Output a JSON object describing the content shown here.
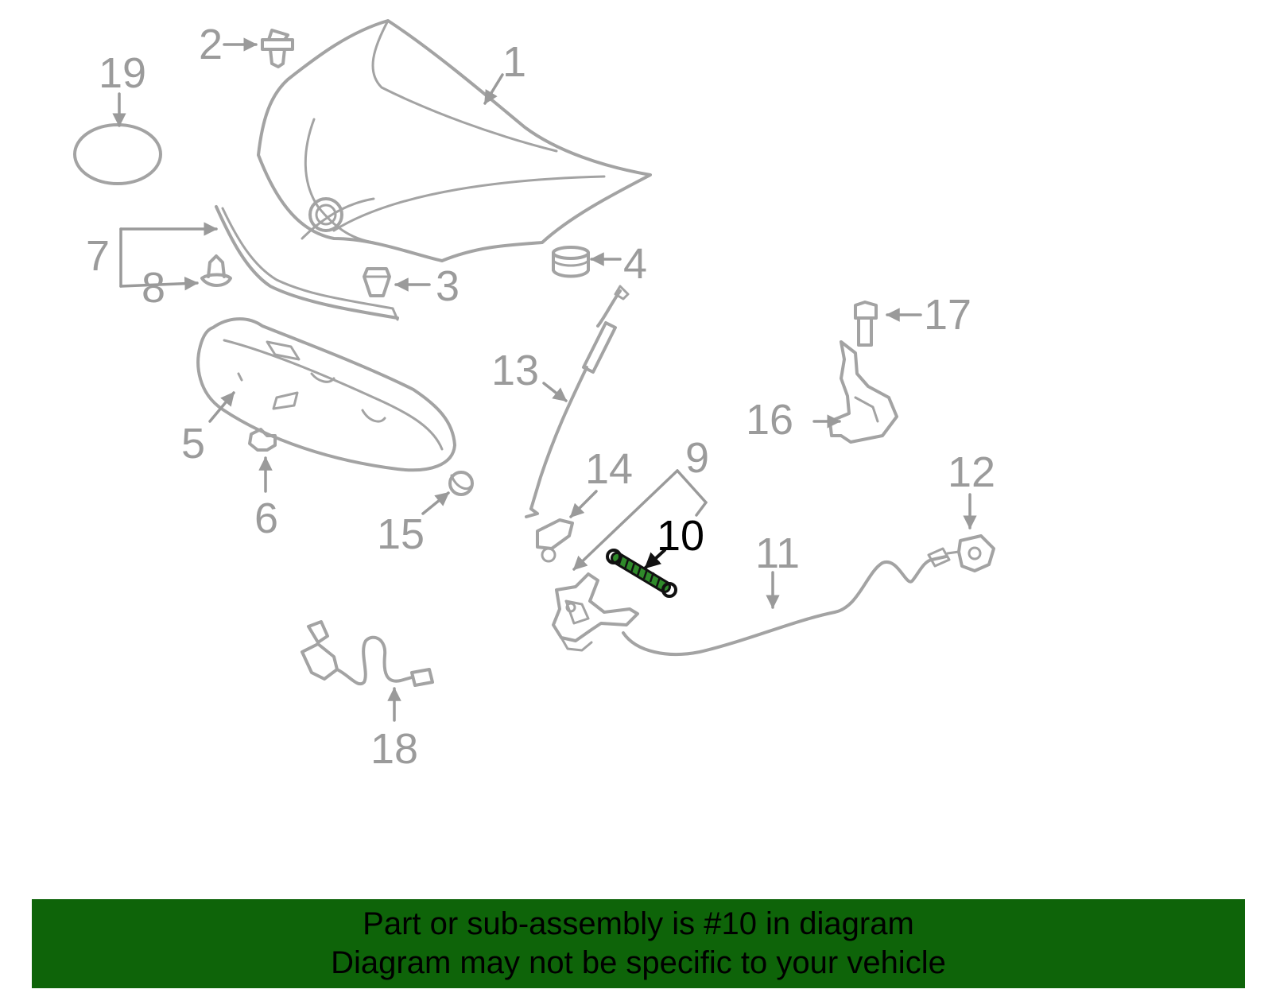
{
  "diagram": {
    "callouts": [
      "1",
      "2",
      "3",
      "4",
      "5",
      "6",
      "7",
      "8",
      "9",
      "10",
      "11",
      "12",
      "13",
      "14",
      "15",
      "16",
      "17",
      "18",
      "19"
    ],
    "highlighted_callout": "10",
    "highlight_color": "#2f8a2a",
    "banner_color": "#0e6409",
    "part_line_color": "#a3a3a3"
  },
  "banner": {
    "line1": "Part or sub-assembly is #10 in diagram",
    "line2": "Diagram may not be specific to your vehicle"
  }
}
